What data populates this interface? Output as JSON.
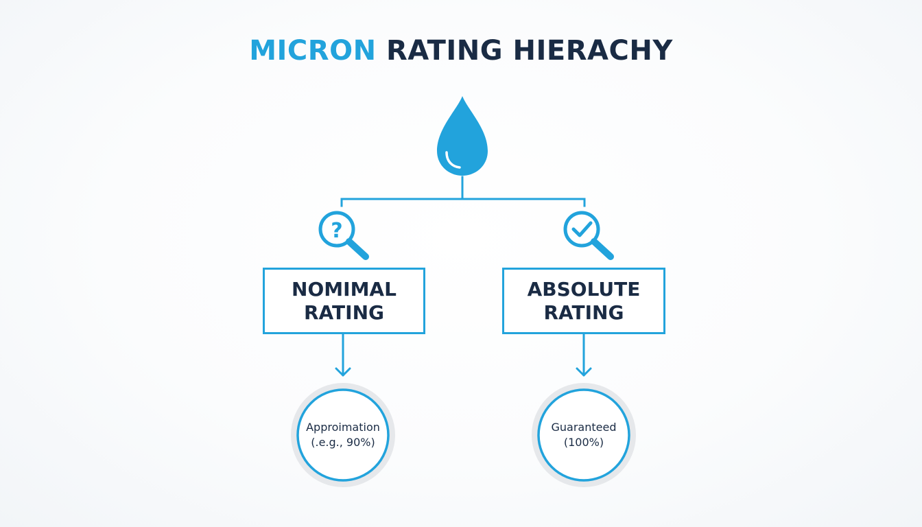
{
  "colors": {
    "accent": "#22a3dc",
    "dark": "#1a2b44",
    "ring_outer": "#e6e8eb"
  },
  "title": {
    "accent_part": "MICRON",
    "rest_part": "RATING HIERACHY"
  },
  "root": {
    "icon": "water-drop-icon"
  },
  "branches": [
    {
      "icon": "question-magnifier-icon",
      "label": "NOMIMAL\nRATING",
      "result_line1": "Approimation",
      "result_line2": "(.e.g., 90%)"
    },
    {
      "icon": "check-magnifier-icon",
      "label": "ABSOLUTE\nRATING",
      "result_line1": "Guaranteed",
      "result_line2": "(100%)"
    }
  ]
}
